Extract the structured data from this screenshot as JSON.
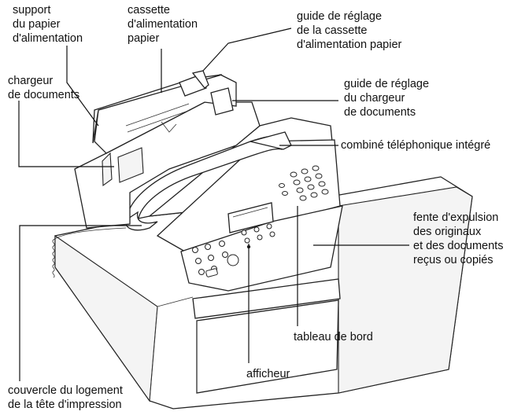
{
  "labels": {
    "paper_support": "support\ndu papier\nd'alimentation",
    "paper_cassette": "cassette\nd'alimentation\npapier",
    "cassette_guide": "guide de réglage\nde la cassette\nd'alimentation papier",
    "document_feeder": "chargeur\nde documents",
    "feeder_guide": "guide de réglage\ndu chargeur\nde documents",
    "handset": "combiné téléphonique intégré",
    "ejection_slot": "fente d'expulsion\ndes originaux\net des documents\nreçus ou copiés",
    "control_panel": "tableau de bord",
    "display": "afficheur",
    "printhead_cover": "couvercle du logement\nde la tête d'impression"
  }
}
